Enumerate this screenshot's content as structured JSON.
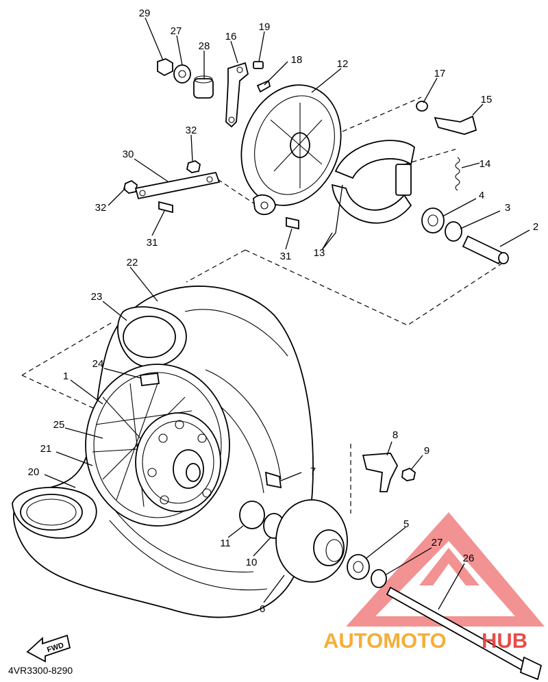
{
  "diagram": {
    "drawing_code": "4VR3300-8290",
    "fwd_label": "FWD",
    "watermark": {
      "part1": "AUTOMOTO",
      "part2": "HUB",
      "color1": "#f5a623",
      "color2": "#e53935",
      "logo_color": "#f08080"
    },
    "callouts": [
      {
        "id": "c29",
        "text": "29"
      },
      {
        "id": "c27a",
        "text": "27"
      },
      {
        "id": "c28",
        "text": "28"
      },
      {
        "id": "c16",
        "text": "16"
      },
      {
        "id": "c19",
        "text": "19"
      },
      {
        "id": "c18",
        "text": "18"
      },
      {
        "id": "c12",
        "text": "12"
      },
      {
        "id": "c17",
        "text": "17"
      },
      {
        "id": "c15",
        "text": "15"
      },
      {
        "id": "c32a",
        "text": "32"
      },
      {
        "id": "c30",
        "text": "30"
      },
      {
        "id": "c14",
        "text": "14"
      },
      {
        "id": "c4",
        "text": "4"
      },
      {
        "id": "c3",
        "text": "3"
      },
      {
        "id": "c2",
        "text": "2"
      },
      {
        "id": "c32b",
        "text": "32"
      },
      {
        "id": "c31a",
        "text": "31"
      },
      {
        "id": "c31b",
        "text": "31"
      },
      {
        "id": "c13",
        "text": "13"
      },
      {
        "id": "c22",
        "text": "22"
      },
      {
        "id": "c23",
        "text": "23"
      },
      {
        "id": "c24",
        "text": "24"
      },
      {
        "id": "c1",
        "text": "1"
      },
      {
        "id": "c25",
        "text": "25"
      },
      {
        "id": "c8",
        "text": "8"
      },
      {
        "id": "c9",
        "text": "9"
      },
      {
        "id": "c21",
        "text": "21"
      },
      {
        "id": "c7",
        "text": "7"
      },
      {
        "id": "c20",
        "text": "20"
      },
      {
        "id": "c5",
        "text": "5"
      },
      {
        "id": "c27b",
        "text": "27"
      },
      {
        "id": "c26",
        "text": "26"
      },
      {
        "id": "c11",
        "text": "11"
      },
      {
        "id": "c10",
        "text": "10"
      },
      {
        "id": "c6",
        "text": "6"
      }
    ]
  }
}
